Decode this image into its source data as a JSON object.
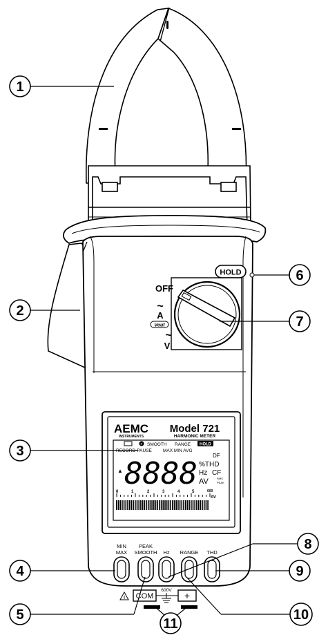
{
  "meter": {
    "brand": "AEMC",
    "brand_sub": "INSTRUMENTS",
    "model": "Model 721",
    "model_sub": "HARMONIC METER",
    "hold_label": "HOLD",
    "dial": {
      "off": "OFF",
      "amps_tilde": "~",
      "amps": "A",
      "vout": "Vout",
      "volts_tilde": "~",
      "volts": "V"
    },
    "lcd": {
      "smooth": "SMOOTH",
      "range": "RANGE",
      "hold": "HOLD",
      "record_pause": "RECORD-PAUSE",
      "max_min_avg": "MAX  MIN  AVG",
      "df": "DF",
      "digits": "8888",
      "pct_thd": "%THD",
      "hz": "Hz",
      "cf": "CF",
      "av": "AV",
      "rms": "RMS",
      "peak": "PEAK",
      "scale": [
        "0",
        "1",
        "2",
        "3",
        "4",
        "5"
      ],
      "scale_end": "600",
      "scale_unit": "AV",
      "triangle": "▲"
    },
    "buttons": {
      "min_max_top": "MIN",
      "min_max_bottom": "MAX",
      "peak_top": "PEAK",
      "smooth": "SMOOTH",
      "hz": "Hz",
      "range": "RANGE",
      "thd": "THD"
    },
    "terminals": {
      "com": "COM",
      "voltage": "600V",
      "plus": "+",
      "warning": "!"
    }
  },
  "callouts": [
    "1",
    "2",
    "3",
    "4",
    "5",
    "6",
    "7",
    "8",
    "9",
    "10",
    "11"
  ]
}
